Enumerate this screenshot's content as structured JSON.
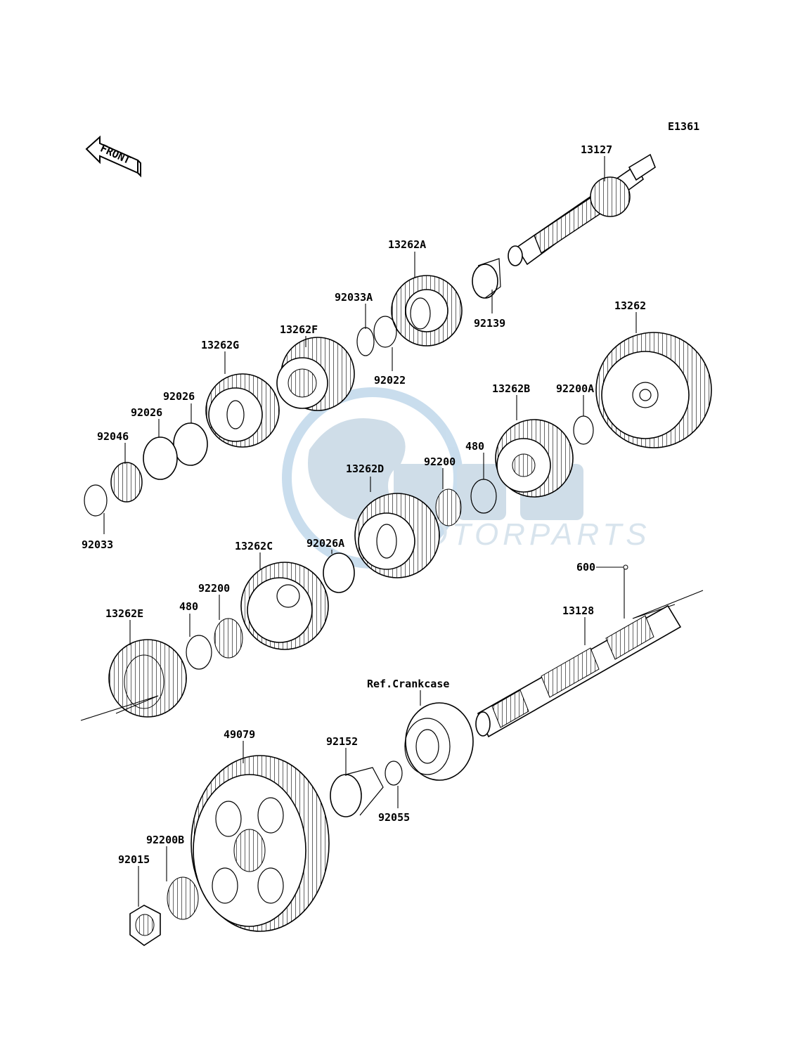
{
  "diagram_code": "E1361",
  "front_label": "FRONT",
  "watermark": {
    "text": "MOTORPARTS",
    "colors": {
      "circle": "#9ec2e0",
      "logo": "#a9c3d6"
    }
  },
  "labels": {
    "p13127": "13127",
    "p13262A": "13262A",
    "p92033A": "92033A",
    "p13262F": "13262F",
    "p92139": "92139",
    "p13262": "13262",
    "p13262G": "13262G",
    "p92022": "92022",
    "p92026a": "92026",
    "p92026b": "92026",
    "p13262B": "13262B",
    "p92200A": "92200A",
    "p92046": "92046",
    "p480a": "480",
    "p92200a": "92200",
    "p13262D": "13262D",
    "p92033": "92033",
    "p13262C": "13262C",
    "p92026A": "92026A",
    "p600": "600",
    "p92200b": "92200",
    "p480b": "480",
    "p13128": "13128",
    "p13262E": "13262E",
    "pRef": "Ref.Crankcase",
    "p49079": "49079",
    "p92152": "92152",
    "p92055": "92055",
    "p92200B": "92200B",
    "p92015": "92015"
  }
}
